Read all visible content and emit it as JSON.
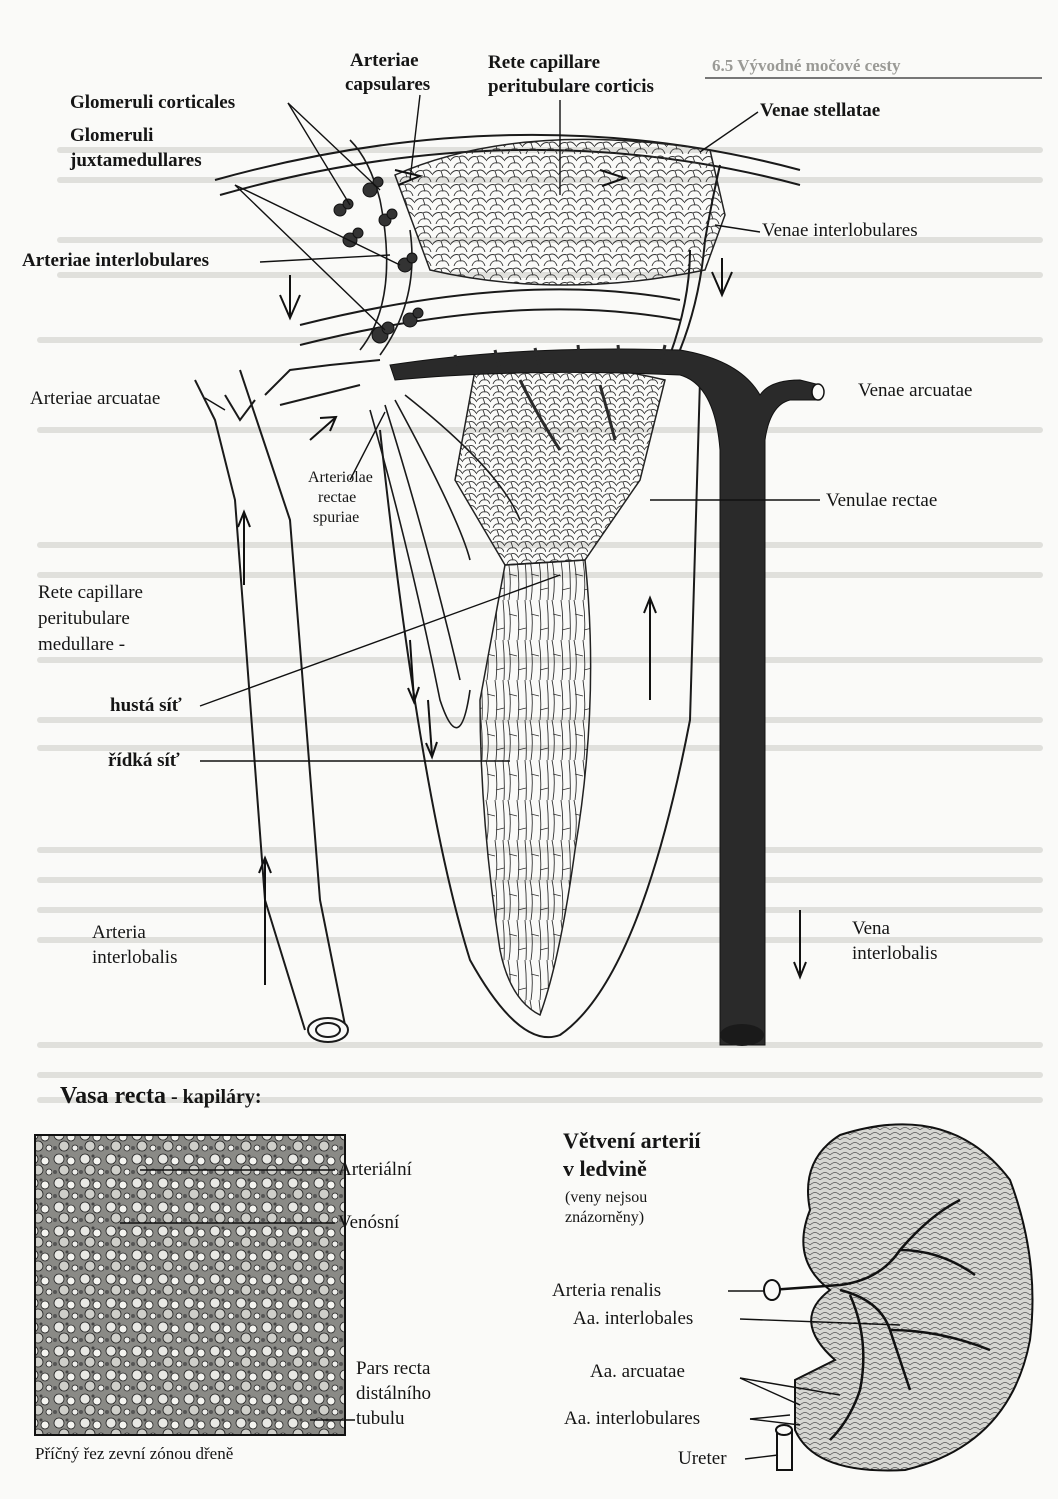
{
  "header": {
    "section": "6.5 Vývodné močové cesty"
  },
  "labels": {
    "arteriae_capsulares_1": "Arteriae",
    "arteriae_capsulares_2": "capsulares",
    "rete_cortex_1": "Rete  capillare",
    "rete_cortex_2": "peritubulare corticis",
    "glomeruli_corticales": "Glomeruli corticales",
    "glomeruli_juxta_1": "Glomeruli",
    "glomeruli_juxta_2": "juxtamedullares",
    "venae_stellatae": "Venae stellatae",
    "venae_interlobulares": "Venae interlobulares",
    "arteriae_interlobulares": "Arteriae interlobulares",
    "arteriae_arcuatae": "Arteriae arcuatae",
    "venae_arcuatae": "Venae arcuatae",
    "arteriolae_1": "Arteriolae",
    "arteriolae_2": "rectae",
    "arteriolae_3": "spuriae",
    "venulae_rectae": "Venulae rectae",
    "rete_medulla_1": "Rete  capillare",
    "rete_medulla_2": "peritubulare",
    "rete_medulla_3": "medullare -",
    "husta_sit": "hustá síť",
    "ridka_sit": "řídká síť",
    "arteria_interlobalis_1": "Arteria",
    "arteria_interlobalis_2": "interlobalis",
    "vena_interlobalis_1": "Vena",
    "vena_interlobalis_2": "interlobalis"
  },
  "vasa_recta": {
    "title": "Vasa recta",
    "subtitle": " - kapiláry:",
    "arterialni": "Arteriální",
    "venosni": "Venósní",
    "pars_1": "Pars recta",
    "pars_2": "distálního",
    "pars_3": "tubulu",
    "caption": "Příčný řez zevní zónou dřeně"
  },
  "branching": {
    "title_1": "Větvení arterií",
    "title_2": "v ledvině",
    "note_1": "(veny nejsou",
    "note_2": "znázorněny)",
    "arteria_renalis": "Arteria renalis",
    "aa_interlobales": "Aa. interlobales",
    "aa_arcuatae": "Aa. arcuatae",
    "aa_interlobulares": "Aa. interlobulares",
    "ureter": "Ureter"
  },
  "colors": {
    "ink": "#151515",
    "vein": "#2a2a2a",
    "paper": "#fafaf8",
    "faint_text": "#d8d8d4"
  }
}
